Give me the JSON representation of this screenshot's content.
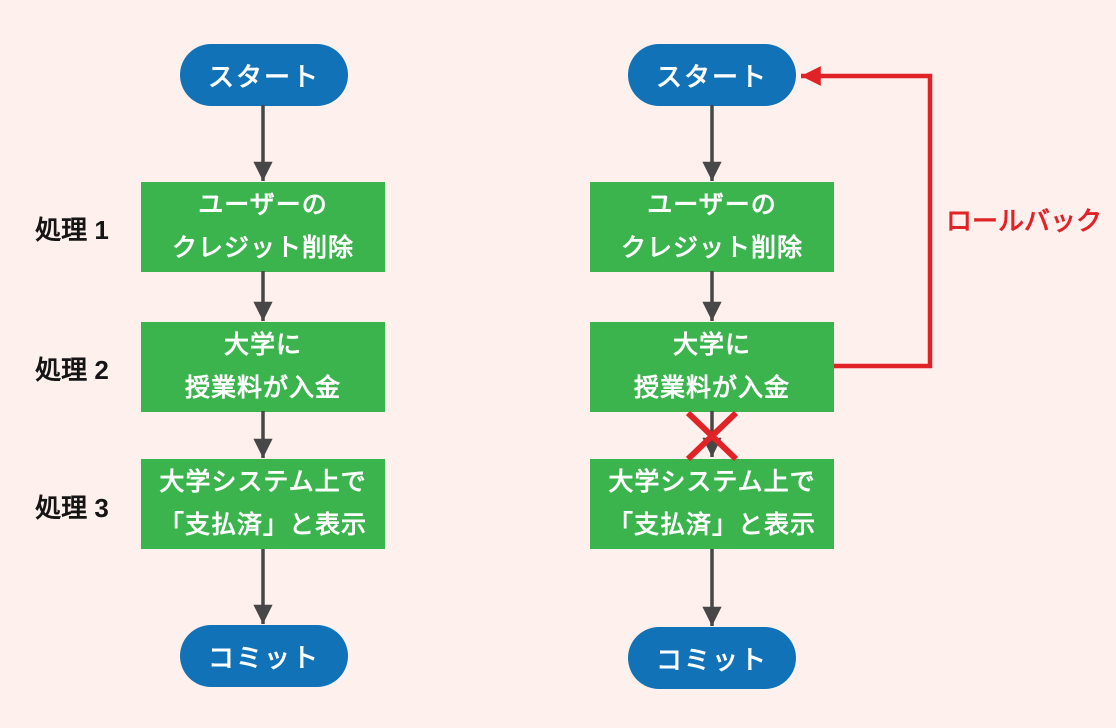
{
  "colors": {
    "background": "#fdf0ed",
    "node_blue": "#1172b8",
    "process_green": "#3cb44e",
    "arrow_gray": "#474747",
    "accent_red": "#e12328",
    "label_text": "#151515",
    "node_text": "#ffffff"
  },
  "process_labels": [
    "処理 1",
    "処理 2",
    "処理 3"
  ],
  "left_chart": {
    "start": "スタート",
    "steps": [
      {
        "line1": "ユーザーの",
        "line2": "クレジット削除"
      },
      {
        "line1": "大学に",
        "line2": "授業料が入金"
      },
      {
        "line1": "大学システム上で",
        "line2": "「支払済」と表示"
      }
    ],
    "commit": "コミット"
  },
  "right_chart": {
    "start": "スタート",
    "steps": [
      {
        "line1": "ユーザーの",
        "line2": "クレジット削除"
      },
      {
        "line1": "大学に",
        "line2": "授業料が入金"
      },
      {
        "line1": "大学システム上で",
        "line2": "「支払済」と表示"
      }
    ],
    "commit": "コミット",
    "rollback_label": "ロールバック",
    "failure_icon": "red-x-icon"
  }
}
